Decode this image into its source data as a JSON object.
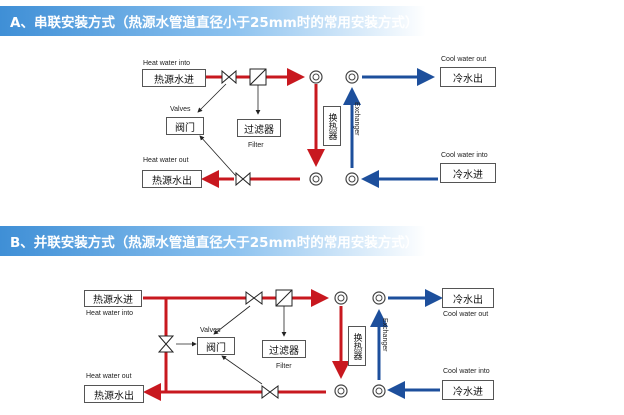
{
  "section_a": {
    "title": "A、串联安装方式（热源水管道直径小于25mm时的常用安装方式）",
    "heat_in_en": "Heat water into",
    "heat_in_cn": "热源水进",
    "valves_en": "Valves",
    "valves_cn": "阀门",
    "filter_cn": "过滤器",
    "filter_en": "Filter",
    "heat_out_en": "Heat water out",
    "heat_out_cn": "热源水出",
    "exchanger_cn": "换热器",
    "exchanger_en": "Exchanger",
    "cool_out_en": "Cool water out",
    "cool_out_cn": "冷水出",
    "cool_in_en": "Cool water into",
    "cool_in_cn": "冷水进"
  },
  "section_b": {
    "title": "B、并联安装方式（热源水管道直径大于25mm时的常用安装方式）",
    "heat_in_cn": "热源水进",
    "heat_in_en": "Heat water into",
    "valves_en": "Valves",
    "valves_cn": "阀门",
    "filter_cn": "过滤器",
    "filter_en": "Filter",
    "heat_out_en": "Heat water out",
    "heat_out_cn": "热源水出",
    "exchanger_cn": "换热器",
    "exchanger_en": "Exchanger",
    "cool_out_cn": "冷水出",
    "cool_out_en": "Cool water out",
    "cool_in_en": "Cool water into",
    "cool_in_cn": "冷水进"
  },
  "colors": {
    "hot_pipe": "#c8181f",
    "cold_pipe": "#1d4f9c",
    "banner": "#3f8fd6"
  }
}
